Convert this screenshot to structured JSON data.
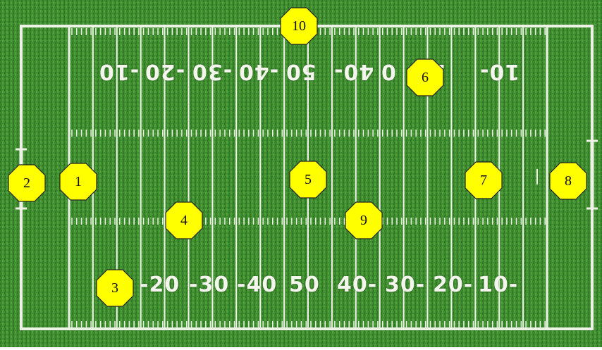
{
  "colors": {
    "grass_dark": "#2f7a25",
    "grass_light": "#4c9a3a",
    "line": "#eef2e6",
    "badge_fill": "#ffff00",
    "badge_stroke": "#222222"
  },
  "yard_numbers_top": [
    "-10",
    "-20",
    "-30",
    "-40",
    "50",
    "40-",
    "0",
    "2",
    "10-"
  ],
  "yard_numbers_bottom": [
    "-20",
    "-30",
    "-40",
    "50",
    "40-",
    "30-",
    "20-",
    "10-"
  ],
  "labels": [
    "1",
    "2",
    "3",
    "4",
    "5",
    "6",
    "7",
    "8",
    "9",
    "10"
  ]
}
